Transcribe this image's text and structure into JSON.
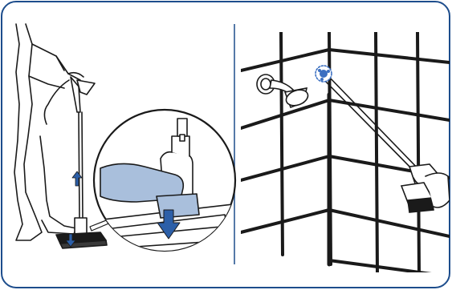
{
  "frame": {
    "border_color": "#1d4d8c",
    "line_color": "#1a1a1a"
  },
  "panels": [
    {
      "id": "left",
      "illustration": "person-steam-mop-release",
      "callout": "zoom-circle-foot-pedal-press",
      "arrows": [
        "arrow-up-icon",
        "arrow-down-icon",
        "arrow-right-pointer-icon"
      ],
      "highlight_color": "#a9bfdc"
    },
    {
      "id": "right",
      "illustration": "handheld-steamer-cleaning-shower-tiles",
      "steam_color": "#3b6fc1",
      "tile_grout_color": "#1a1a1a"
    }
  ],
  "divider": {
    "color": "#1d4d8c"
  }
}
